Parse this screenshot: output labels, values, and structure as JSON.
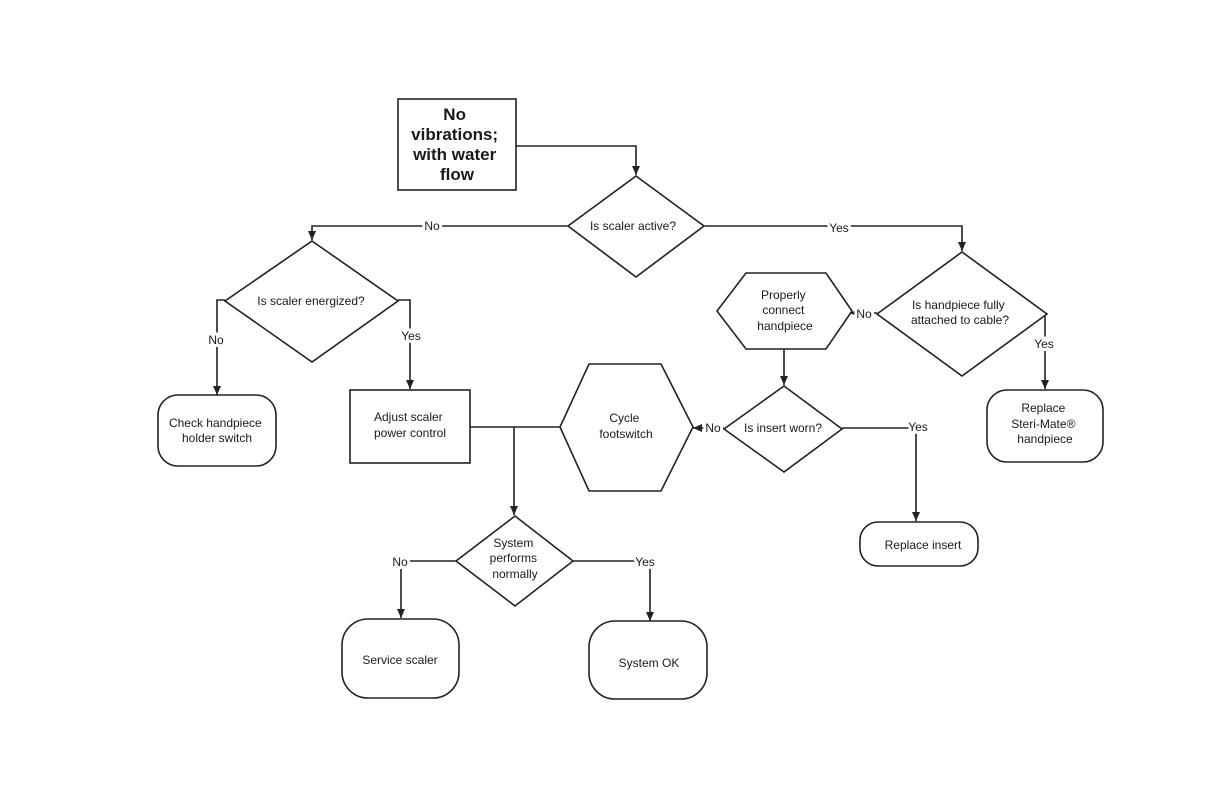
{
  "nodes": {
    "start": {
      "lines": [
        "No",
        "vibrations;",
        "with water",
        "flow"
      ]
    },
    "scaler_active": {
      "lines": [
        "Is scaler active?"
      ]
    },
    "scaler_energized": {
      "lines": [
        "Is scaler energized?"
      ]
    },
    "handpiece_attached": {
      "lines": [
        "Is handpiece fully",
        "attached to cable?"
      ]
    },
    "properly_connect": {
      "lines": [
        "Properly",
        "connect",
        "handpiece"
      ]
    },
    "check_holder": {
      "lines": [
        "Check handpiece",
        "holder switch"
      ]
    },
    "adjust_power": {
      "lines": [
        "Adjust scaler",
        "power control"
      ]
    },
    "cycle_footswitch": {
      "lines": [
        "Cycle",
        "footswitch"
      ]
    },
    "insert_worn": {
      "lines": [
        "Is insert worn?"
      ]
    },
    "replace_handpiece": {
      "lines": [
        "Replace",
        "Steri-Mate®",
        "handpiece"
      ]
    },
    "replace_insert": {
      "lines": [
        "Replace insert"
      ]
    },
    "system_normal": {
      "lines": [
        "System",
        "performs",
        "normally"
      ]
    },
    "service_scaler": {
      "lines": [
        "Service scaler"
      ]
    },
    "system_ok": {
      "lines": [
        "System OK"
      ]
    }
  },
  "edges": {
    "active_no": "No",
    "active_yes": "Yes",
    "energized_no": "No",
    "energized_yes": "Yes",
    "attached_no": "No",
    "attached_yes": "Yes",
    "worn_no": "No",
    "worn_yes": "Yes",
    "normal_no": "No",
    "normal_yes": "Yes"
  }
}
